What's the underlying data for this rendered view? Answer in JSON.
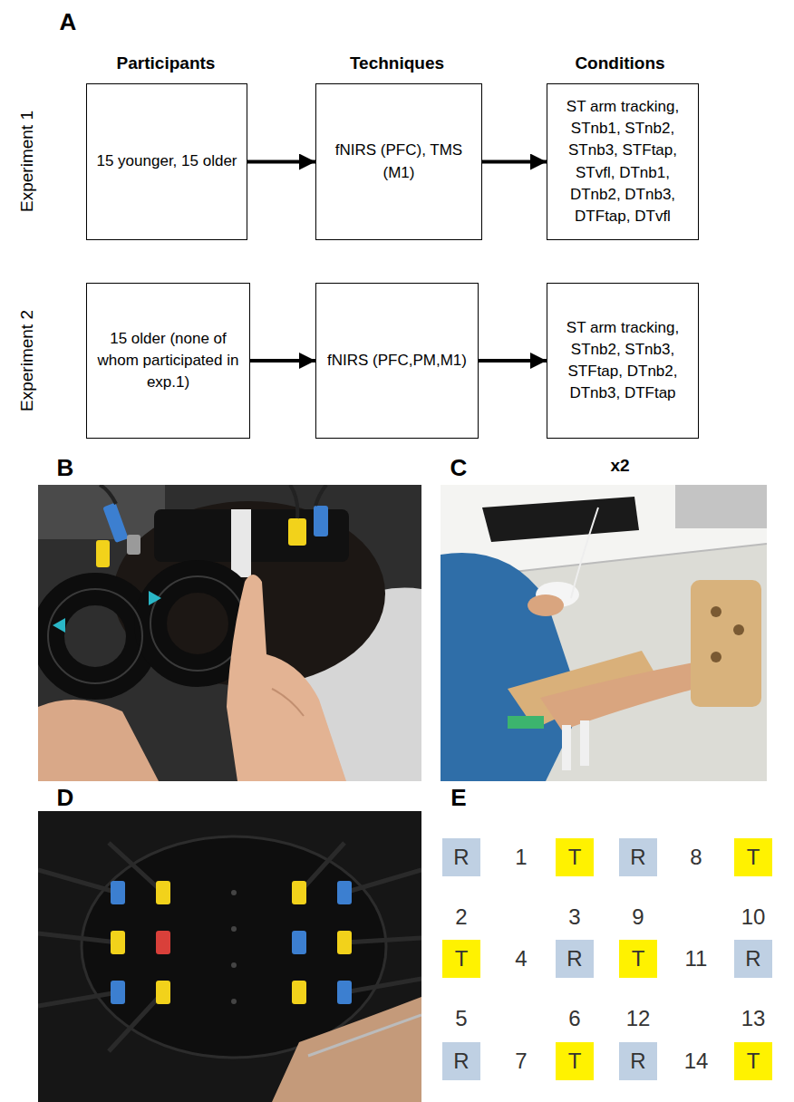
{
  "diagram": {
    "nodes": [
      {
        "text": [
          "15 younger, 15 older"
        ]
      },
      {
        "text": [
          "fNIRS (PFC), TMS (M1)"
        ]
      },
      {
        "text": [
          "ST arm tracking, STnb1, STnb2, STnb3, STFtap, STvfl, DTnb1, DTnb2, DTnb3, DTFtap, DTvfl"
        ]
      },
      {
        "text": [
          "15 older (none of whom participated in exp.1)"
        ]
      },
      {
        "text": [
          "fNIRS (PFC,PM,M1)"
        ]
      },
      {
        "text": [
          "ST arm tracking, STnb2, STnb3, STFtap, DTnb2, DTnb3, DTFtap"
        ]
      },
      {
        "text": [
          "R"
        ]
      },
      {
        "text": [
          "T"
        ]
      },
      {
        "text": [
          "R"
        ]
      },
      {
        "text": [
          "T"
        ]
      },
      {
        "text": [
          "T"
        ]
      },
      {
        "text": [
          "R"
        ]
      },
      {
        "text": [
          "T"
        ]
      },
      {
        "text": [
          "R"
        ]
      },
      {
        "text": [
          "R"
        ]
      },
      {
        "text": [
          "T"
        ]
      },
      {
        "text": [
          "R"
        ]
      },
      {
        "text": [
          "T"
        ]
      }
    ],
    "edges": [
      {
        "from": 0,
        "to": 1,
        "arrow": "to"
      },
      {
        "from": 1,
        "to": 2,
        "arrow": "to"
      },
      {
        "from": 3,
        "to": 4,
        "arrow": "to"
      },
      {
        "from": 4,
        "to": 5,
        "arrow": "to"
      }
    ],
    "labels": [
      "A",
      "Participants",
      "Techniques",
      "Conditions",
      "Experiment 1",
      "Experiment 2",
      "x2",
      "B",
      "C",
      "D",
      "E",
      "1",
      "8",
      "2",
      "3",
      "9",
      "10",
      "4",
      "11",
      "5",
      "6",
      "12",
      "13",
      "7",
      "14"
    ]
  }
}
